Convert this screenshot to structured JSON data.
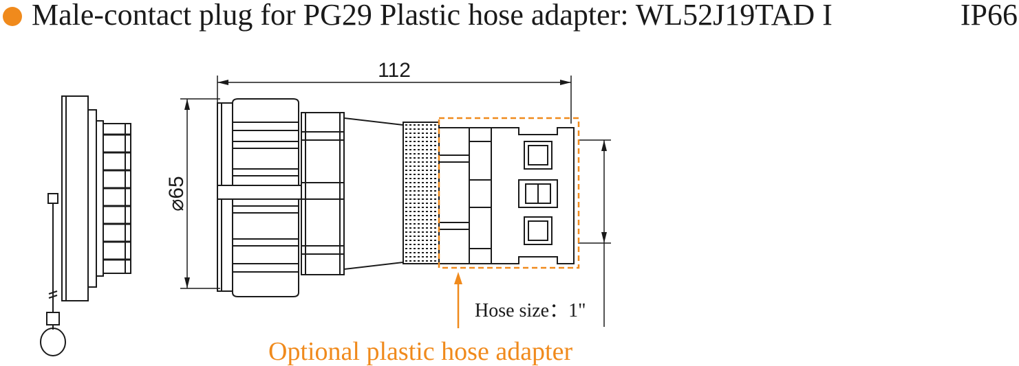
{
  "header": {
    "title": "Male-contact plug for PG29 Plastic hose adapter: WL52J19TAD I",
    "rating": "IP66",
    "bullet_color": "#f08a1c"
  },
  "dimensions": {
    "length": "112",
    "diameter": "⌀65"
  },
  "labels": {
    "hose_size": "Hose size：1\"",
    "adapter_callout": "Optional plastic hose adapter"
  },
  "colors": {
    "line": "#1a1a1a",
    "accent": "#f08a1c"
  }
}
